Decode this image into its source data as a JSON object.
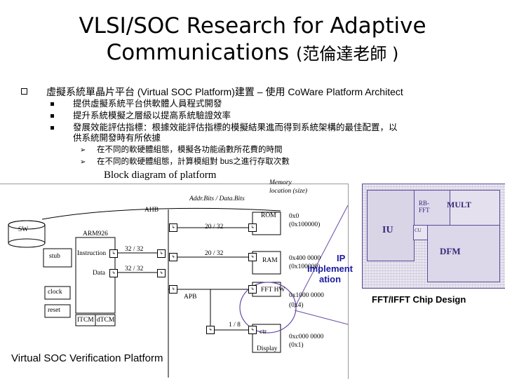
{
  "slide": {
    "title_main": "VLSI/SOC Research for Adaptive",
    "title_line2": "Communications",
    "title_suffix": "(范倫達老師 )",
    "bullet_main": "虛擬系統單晶片平台 (Virtual SOC Platform)建置 – 使用 CoWare Platform Architect",
    "bullets": [
      "提供虛擬系統平台供軟體人員程式開發",
      "提升系統模擬之層級以提高系統驗證效率",
      "發展效能評估指標：根據效能評估指標的模擬結果進而得到系統架構的最佳配置，以",
      "供系統開發時有所依據"
    ],
    "sub_bullets": [
      "在不同的軟硬體組態，模擬各功能函數所花費的時間",
      "在不同的軟硬體組態，計算模組對 bus之進行存取次數"
    ],
    "diagram_title": "Block diagram of platform"
  },
  "diagram": {
    "memory_location": [
      "Memory",
      "location (size)"
    ],
    "addr_bits": "Addr.Bits / Data.Bits",
    "ahb": "AHB",
    "sw": "SW",
    "arm": "ARM926",
    "stub": "stub",
    "instruction": "Instruction",
    "data": "Data",
    "clock": "clock",
    "reset": "reset",
    "itcm": "ITCM",
    "dtcm": "dTCM",
    "apb": "APB",
    "rom": "ROM",
    "ram": "RAM",
    "fft_hw": "FFT HW",
    "ctr": "ctr",
    "display": "Display",
    "bus_20_32_a": "20 / 32",
    "bus_32_32_i": "32 / 32",
    "bus_20_32_b": "20 / 32",
    "bus_32_32_d": "32 / 32",
    "bus_1_8": "1 / 8",
    "rom_addr": [
      "0x0",
      "(0x100000)"
    ],
    "ram_addr": [
      "0x400 0000",
      "(0x100000)"
    ],
    "fft_addr": [
      "0x1000 0000",
      "(0x4)"
    ],
    "ctr_addr": [
      "0xc000 0000",
      "(0x1)"
    ],
    "ip_label": [
      "IP",
      "Implement",
      "ation"
    ],
    "verification": "Virtual SOC Verification Platform"
  },
  "chip": {
    "rb_fft": [
      "RB-",
      "FFT"
    ],
    "mult": "MULT",
    "iu": "IU",
    "cu": "CU",
    "dfm": "DFM",
    "caption": "FFT/IFFT Chip Design"
  },
  "colors": {
    "ip_blue": "#1a1aa0",
    "diagram_bg": "#ffffff",
    "chip_purple": "#5a4a9a"
  }
}
